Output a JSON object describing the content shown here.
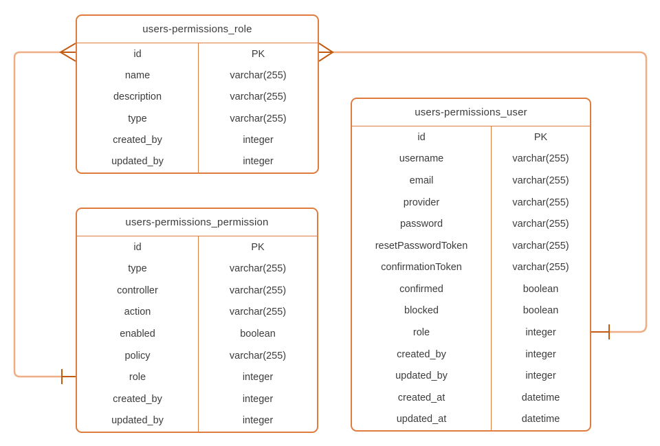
{
  "diagram": {
    "type": "entity-relationship",
    "background_color": "#ffffff",
    "colors": {
      "table_border": "#DE7B3D",
      "connector_line": "#EFAD84",
      "cardinality_marker": "#C25A10",
      "text": "#3C3C3C"
    },
    "tables": [
      {
        "title": "users-permissions_role",
        "fields": [
          {
            "name": "id",
            "type": "PK"
          },
          {
            "name": "name",
            "type": "varchar(255)"
          },
          {
            "name": "description",
            "type": "varchar(255)"
          },
          {
            "name": "type",
            "type": "varchar(255)"
          },
          {
            "name": "created_by",
            "type": "integer"
          },
          {
            "name": "updated_by",
            "type": "integer"
          }
        ]
      },
      {
        "title": "users-permissions_permission",
        "fields": [
          {
            "name": "id",
            "type": "PK"
          },
          {
            "name": "type",
            "type": "varchar(255)"
          },
          {
            "name": "controller",
            "type": "varchar(255)"
          },
          {
            "name": "action",
            "type": "varchar(255)"
          },
          {
            "name": "enabled",
            "type": "boolean"
          },
          {
            "name": "policy",
            "type": "varchar(255)"
          },
          {
            "name": "role",
            "type": "integer"
          },
          {
            "name": "created_by",
            "type": "integer"
          },
          {
            "name": "updated_by",
            "type": "integer"
          }
        ]
      },
      {
        "title": "users-permissions_user",
        "fields": [
          {
            "name": "id",
            "type": "PK"
          },
          {
            "name": "username",
            "type": "varchar(255)"
          },
          {
            "name": "email",
            "type": "varchar(255)"
          },
          {
            "name": "provider",
            "type": "varchar(255)"
          },
          {
            "name": "password",
            "type": "varchar(255)"
          },
          {
            "name": "resetPasswordToken",
            "type": "varchar(255)"
          },
          {
            "name": "confirmationToken",
            "type": "varchar(255)"
          },
          {
            "name": "confirmed",
            "type": "boolean"
          },
          {
            "name": "blocked",
            "type": "boolean"
          },
          {
            "name": "role",
            "type": "integer"
          },
          {
            "name": "created_by",
            "type": "integer"
          },
          {
            "name": "updated_by",
            "type": "integer"
          },
          {
            "name": "created_at",
            "type": "datetime"
          },
          {
            "name": "updated_at",
            "type": "datetime"
          }
        ]
      }
    ],
    "relationships": [
      {
        "from_table": "users-permissions_role",
        "from_field": "id",
        "from_cardinality": "many",
        "to_table": "users-permissions_permission",
        "to_field": "role",
        "to_cardinality": "one"
      },
      {
        "from_table": "users-permissions_role",
        "from_field": "id",
        "from_cardinality": "many",
        "to_table": "users-permissions_user",
        "to_field": "role",
        "to_cardinality": "one"
      }
    ]
  }
}
